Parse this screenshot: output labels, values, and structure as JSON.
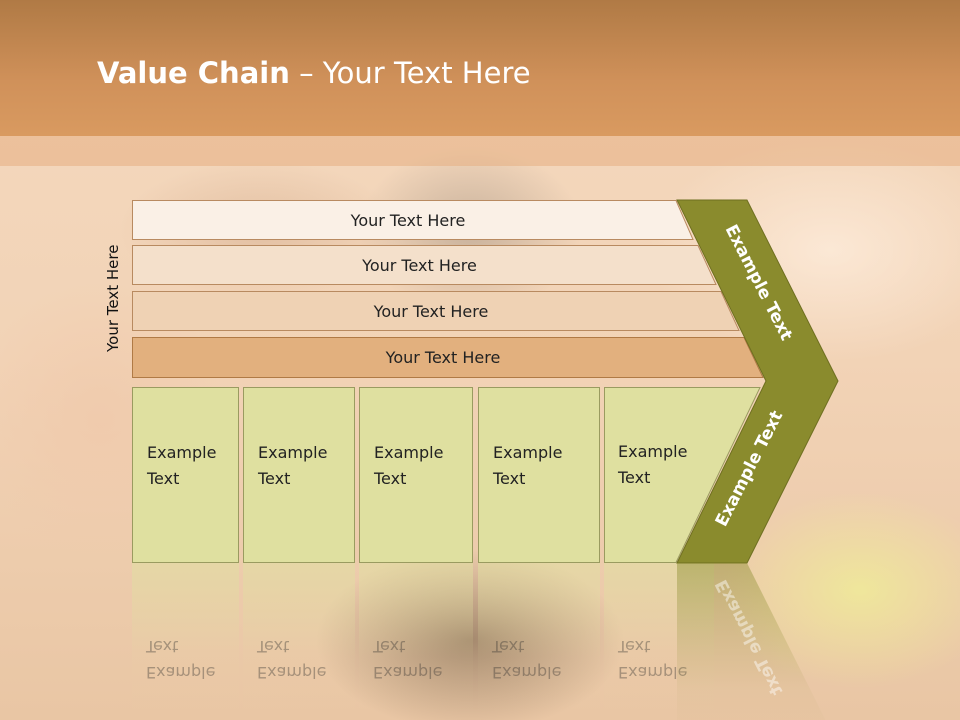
{
  "slide": {
    "title_bold": "Value Chain",
    "title_rest": " – Your Text Here",
    "side_label": "Your Text Here"
  },
  "rows": [
    {
      "label": "Your Text Here",
      "color": "#faf0e6"
    },
    {
      "label": "Your Text Here",
      "color": "#f4e0cb"
    },
    {
      "label": "Your Text Here",
      "color": "#efd2b4"
    },
    {
      "label": "Your Text Here",
      "color": "#e2b07e"
    }
  ],
  "cells": [
    {
      "line1": "Example",
      "line2": "Text"
    },
    {
      "line1": "Example",
      "line2": "Text"
    },
    {
      "line1": "Example",
      "line2": "Text"
    },
    {
      "line1": "Example",
      "line2": "Text"
    },
    {
      "line1": "Example",
      "line2": "Text"
    }
  ],
  "arrow": {
    "upper_label": "Example Text",
    "lower_label": "Example Text",
    "color": "#8a8b2d"
  },
  "colors": {
    "cell_fill": "#dfe0a0",
    "cell_border": "#9a9b60",
    "header": "#d0915a"
  }
}
